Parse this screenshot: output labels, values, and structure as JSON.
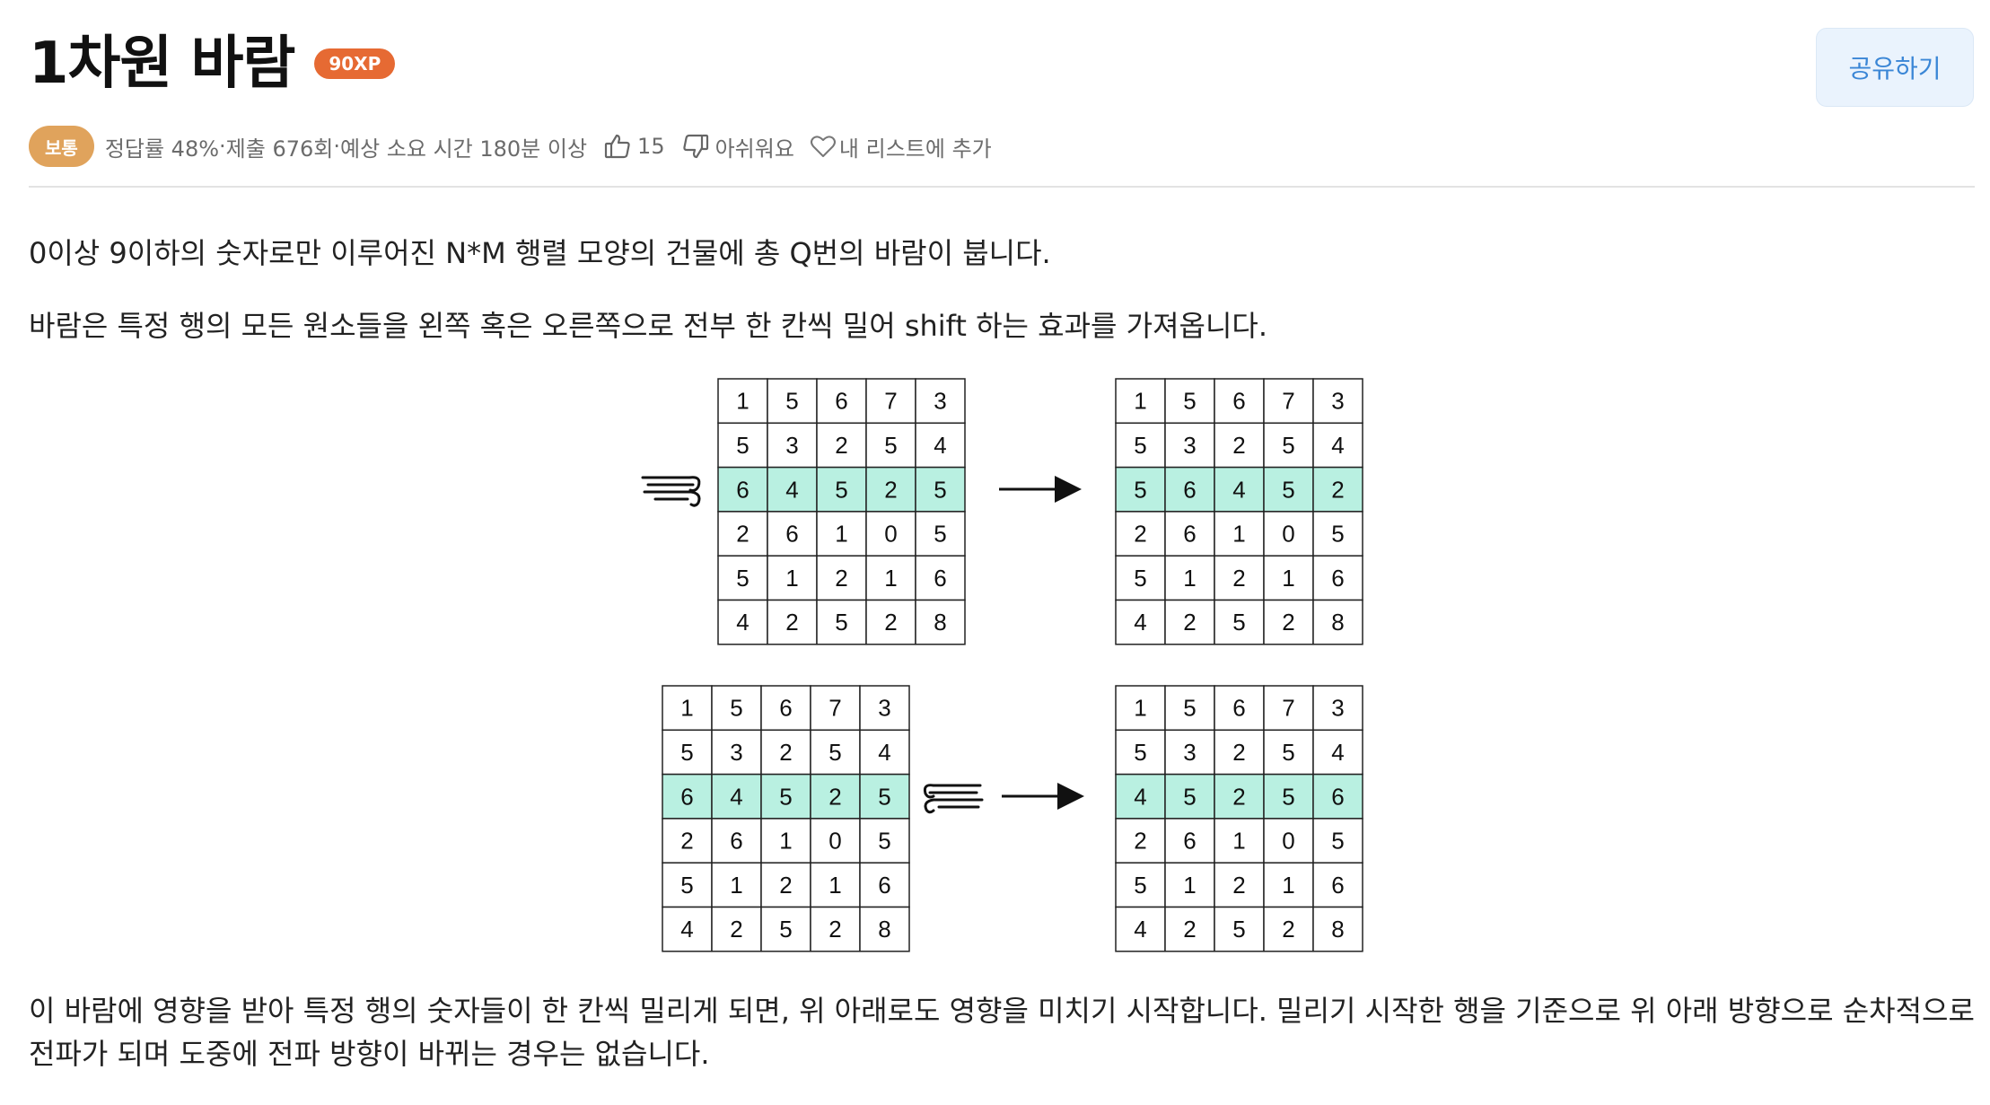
{
  "problem": {
    "title": "1차원 바람",
    "xp": "90XP",
    "share_label": "공유하기"
  },
  "meta": {
    "level": "보통",
    "accuracy": "정답률 48%",
    "separator": "·",
    "submissions": "제출 676회",
    "time": "예상 소요 시간 180분 이상",
    "likes": "15",
    "dislike_label": "아쉬워요",
    "add_list_label": "내 리스트에 추가"
  },
  "body": {
    "p1": "0이상 9이하의 숫자로만 이루어진 N*M 행렬 모양의 건물에 총 Q번의 바람이 붑니다.",
    "p2": "바람은 특정 행의 모든 원소들을 왼쪽 혹은 오른쪽으로 전부 한 칸씩 밀어 shift 하는 효과를 가져옵니다.",
    "p3": "이 바람에 영향을 받아 특정 행의 숫자들이 한 칸씩 밀리게 되면, 위 아래로도 영향을 미치기 시작합니다. 밀리기 시작한 행을 기준으로 위 아래 방향으로 순차적으로 전파가 되며 도중에 전파 방향이 바뀌는 경우는 없습니다."
  },
  "figure": {
    "highlight_color": "#b9f0e1",
    "grids": [
      {
        "name": "grid-top-before",
        "highlight_row": 2,
        "wind": "left",
        "rows": [
          [
            "1",
            "5",
            "6",
            "7",
            "3"
          ],
          [
            "5",
            "3",
            "2",
            "5",
            "4"
          ],
          [
            "6",
            "4",
            "5",
            "2",
            "5"
          ],
          [
            "2",
            "6",
            "1",
            "0",
            "5"
          ],
          [
            "5",
            "1",
            "2",
            "1",
            "6"
          ],
          [
            "4",
            "2",
            "5",
            "2",
            "8"
          ]
        ]
      },
      {
        "name": "grid-top-after",
        "highlight_row": 2,
        "rows": [
          [
            "1",
            "5",
            "6",
            "7",
            "3"
          ],
          [
            "5",
            "3",
            "2",
            "5",
            "4"
          ],
          [
            "5",
            "6",
            "4",
            "5",
            "2"
          ],
          [
            "2",
            "6",
            "1",
            "0",
            "5"
          ],
          [
            "5",
            "1",
            "2",
            "1",
            "6"
          ],
          [
            "4",
            "2",
            "5",
            "2",
            "8"
          ]
        ]
      },
      {
        "name": "grid-bottom-before",
        "highlight_row": 2,
        "wind": "right",
        "rows": [
          [
            "1",
            "5",
            "6",
            "7",
            "3"
          ],
          [
            "5",
            "3",
            "2",
            "5",
            "4"
          ],
          [
            "6",
            "4",
            "5",
            "2",
            "5"
          ],
          [
            "2",
            "6",
            "1",
            "0",
            "5"
          ],
          [
            "5",
            "1",
            "2",
            "1",
            "6"
          ],
          [
            "4",
            "2",
            "5",
            "2",
            "8"
          ]
        ]
      },
      {
        "name": "grid-bottom-after",
        "highlight_row": 2,
        "rows": [
          [
            "1",
            "5",
            "6",
            "7",
            "3"
          ],
          [
            "5",
            "3",
            "2",
            "5",
            "4"
          ],
          [
            "4",
            "5",
            "2",
            "5",
            "6"
          ],
          [
            "2",
            "6",
            "1",
            "0",
            "5"
          ],
          [
            "5",
            "1",
            "2",
            "1",
            "6"
          ],
          [
            "4",
            "2",
            "5",
            "2",
            "8"
          ]
        ]
      }
    ]
  }
}
